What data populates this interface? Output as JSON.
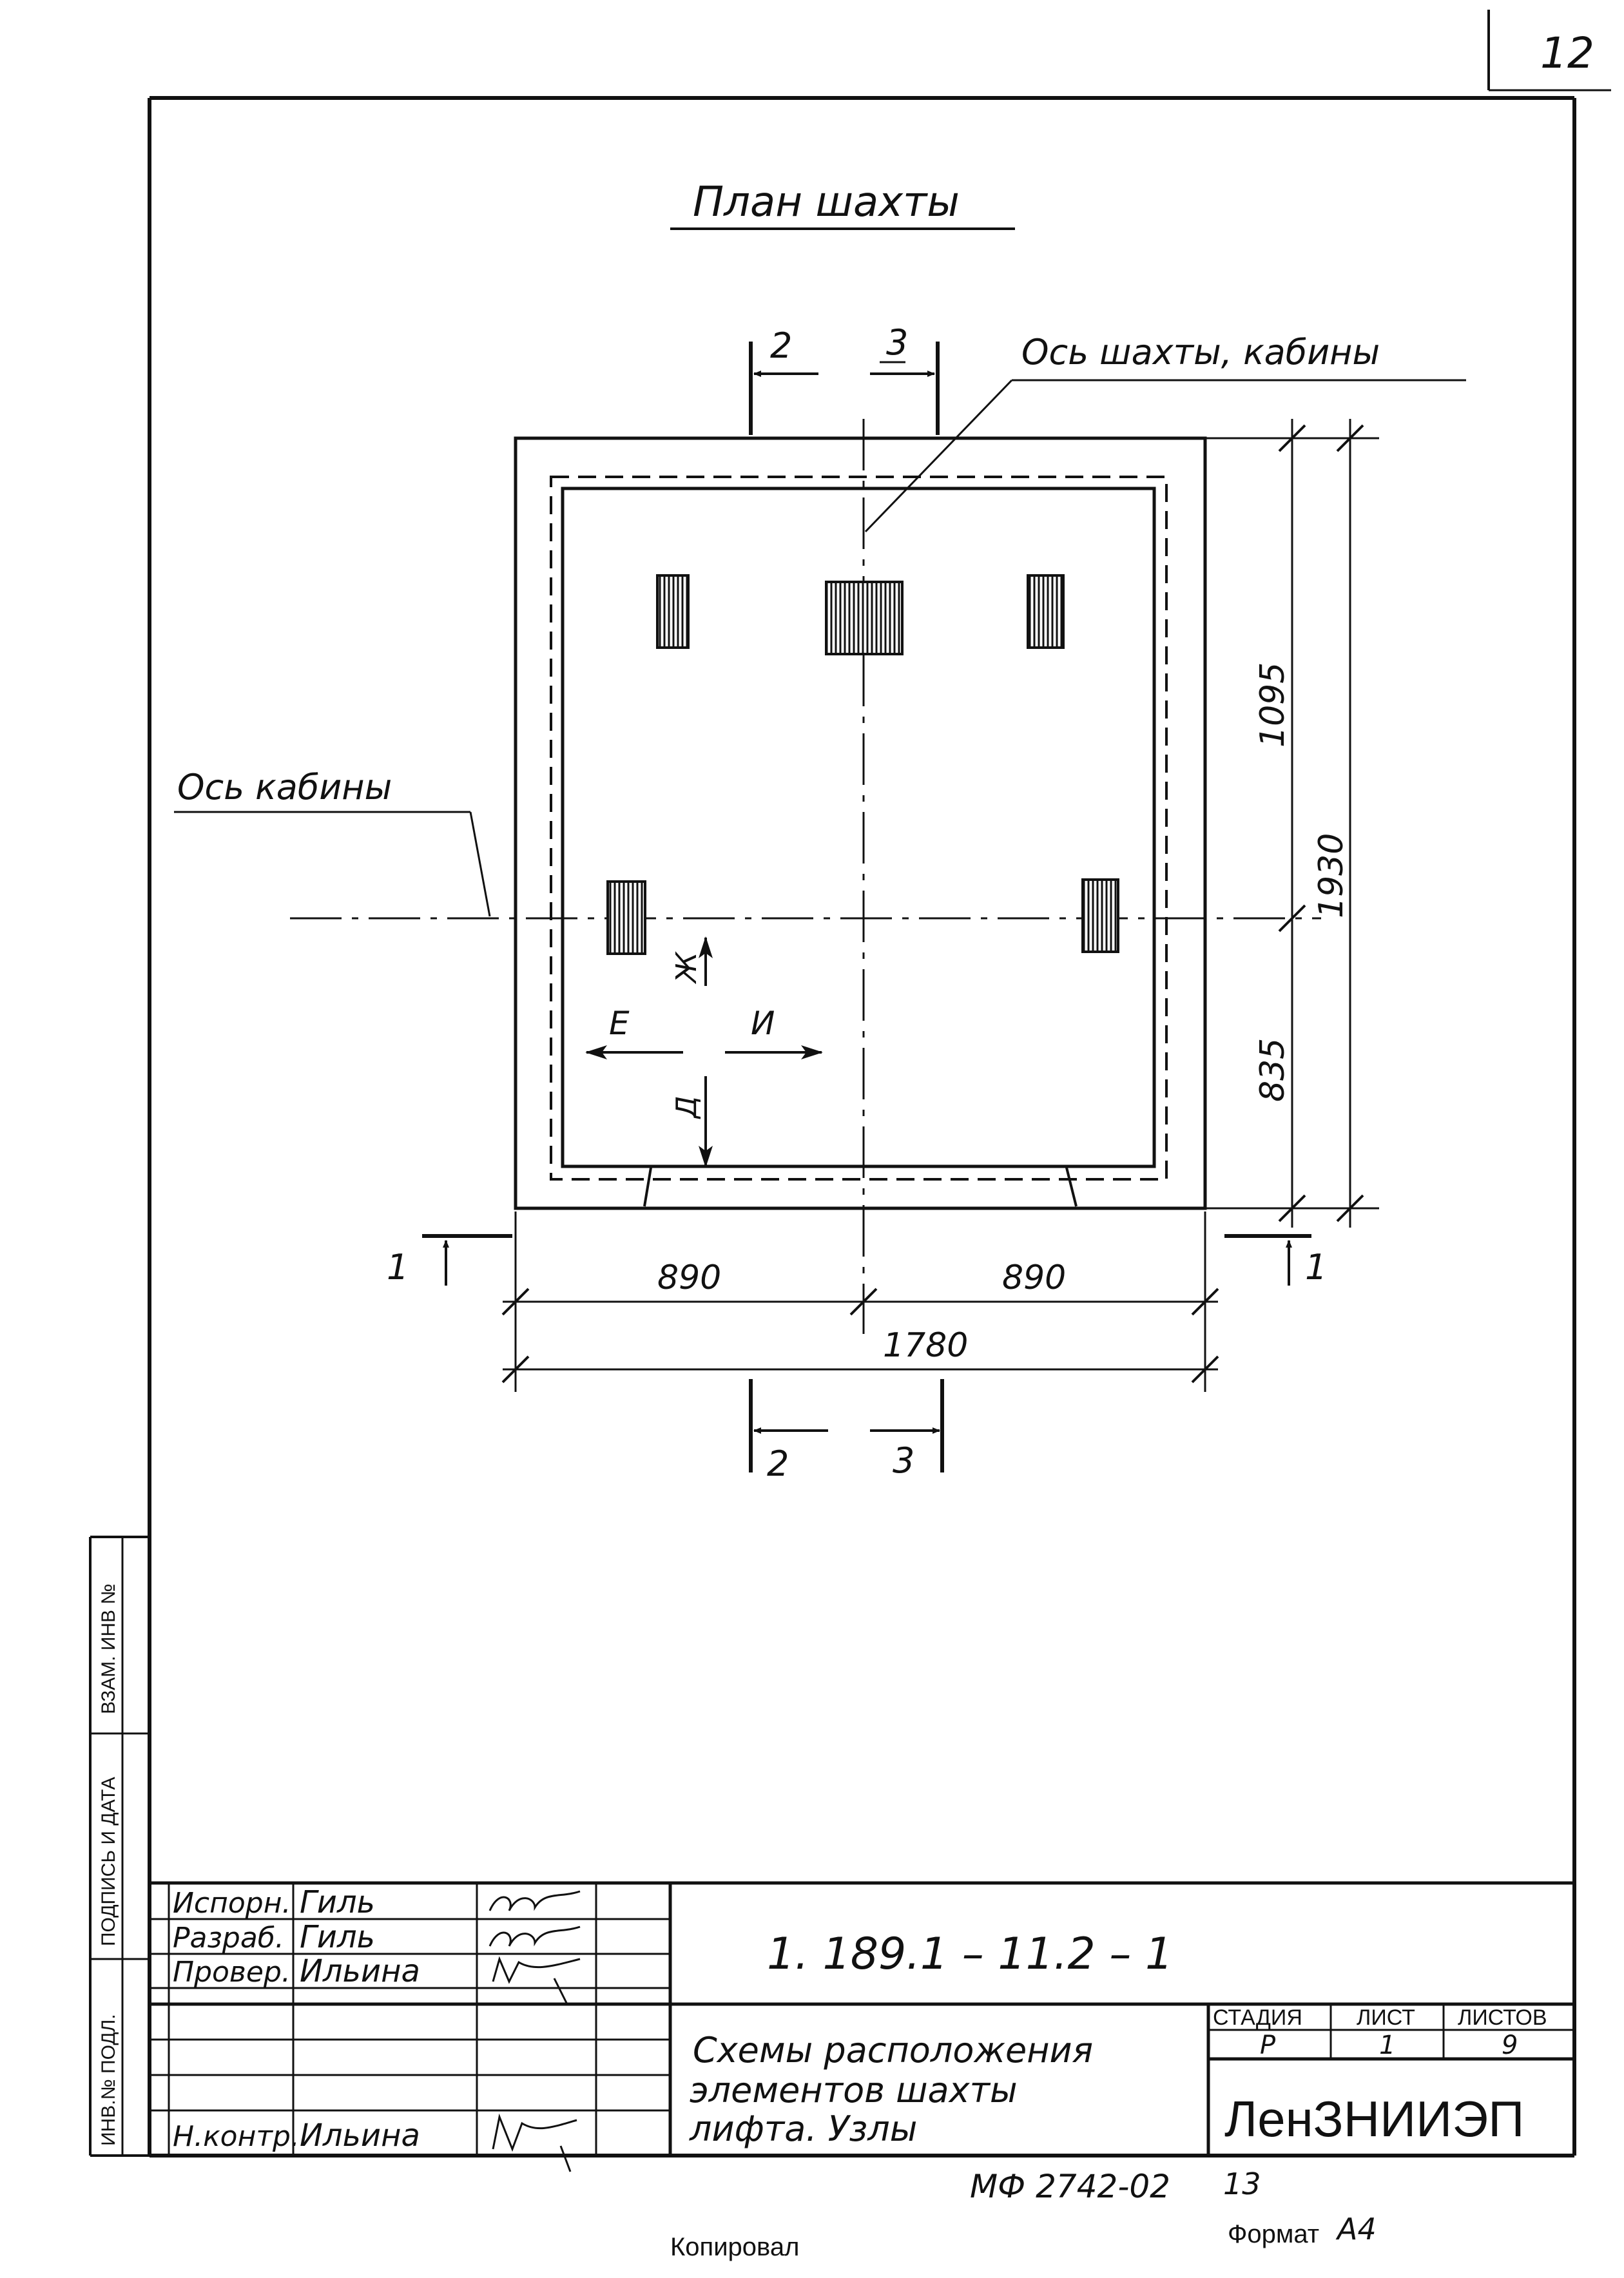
{
  "page": {
    "sheet_number": "12",
    "title": "План шахты",
    "footer_code": "МФ 2742-02",
    "footer_number": "13",
    "copied": "Копировал",
    "format_label": "Формат",
    "format_value": "А4"
  },
  "plan": {
    "label_axis_shaft": "Ось шахты, кабины",
    "label_axis_cabin": "Ось кабины",
    "dim_top": "1095",
    "dim_bottom": "835",
    "dim_total_vertical": "1930",
    "dim_left": "890",
    "dim_right": "890",
    "dim_total_horizontal": "1780",
    "section_2": "2",
    "section_3": "3",
    "section_1": "1",
    "dir_up": "Ж",
    "dir_left": "Е",
    "dir_right": "И",
    "dir_down": "Д"
  },
  "side_stamp": {
    "inv_vzam": "ВЗАМ. ИНВ №",
    "sign_date": "ПОДПИСЬ И ДАТА",
    "inv_podl": "ИНВ.№ ПОДЛ."
  },
  "title_block": {
    "rows": [
      {
        "role": "Испорн.",
        "name": "Гиль"
      },
      {
        "role": "Разраб.",
        "name": "Гиль"
      },
      {
        "role": "Провер.",
        "name": "Ильина"
      },
      {
        "role": "Н.контр.",
        "name": "Ильина"
      }
    ],
    "designation": "1. 189.1 – 11.2 – 1",
    "description_lines": [
      "Схемы расположения",
      "элементов шахты",
      "лифта. Узлы"
    ],
    "stage_header": "СТАДИЯ",
    "sheet_header": "ЛИСТ",
    "sheets_header": "ЛИСТОВ",
    "stage_value": "Р",
    "sheet_value": "1",
    "sheets_value": "9",
    "organization": "ЛенЗНИИЭП"
  }
}
